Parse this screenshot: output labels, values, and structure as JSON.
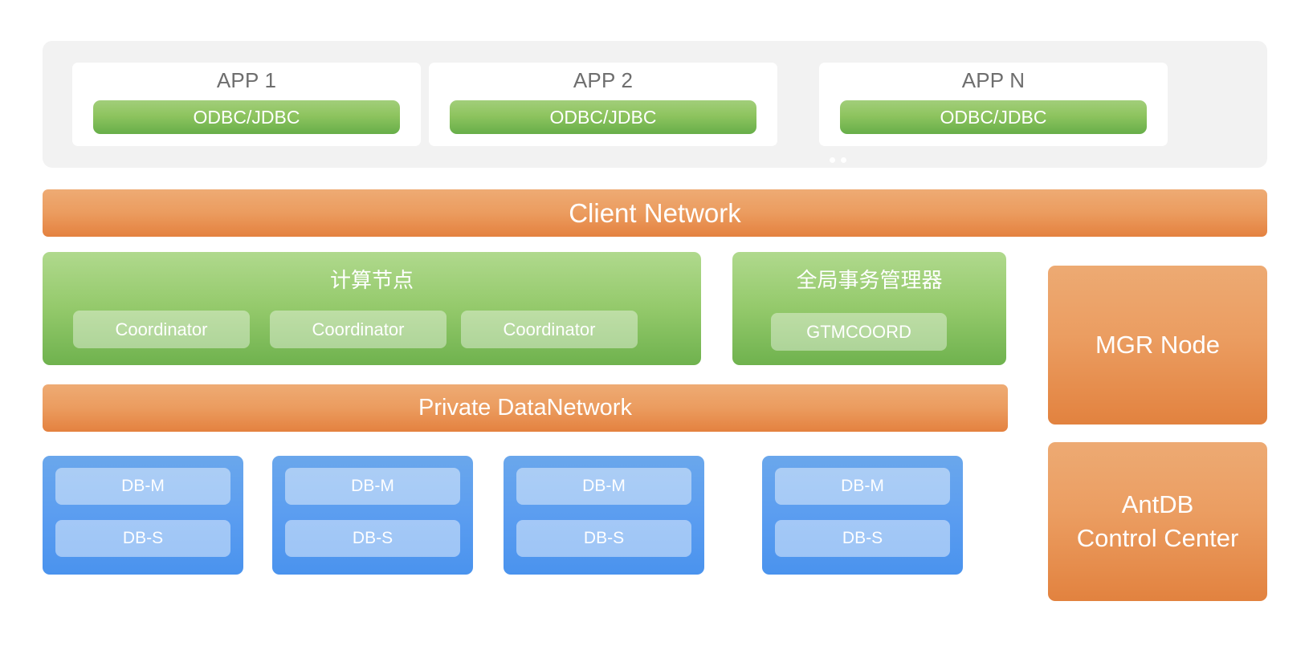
{
  "app_band": {
    "apps": [
      {
        "title": "APP 1",
        "connector": "ODBC/JDBC"
      },
      {
        "title": "APP 2",
        "connector": "ODBC/JDBC"
      },
      {
        "title": "APP N",
        "connector": "ODBC/JDBC"
      }
    ]
  },
  "client_network": {
    "label": "Client Network"
  },
  "compute_node": {
    "title": "计算节点",
    "coordinators": [
      "Coordinator",
      "Coordinator",
      "Coordinator"
    ]
  },
  "gtm_node": {
    "title": "全局事务管理器",
    "components": [
      "GTMCOORD"
    ]
  },
  "private_network": {
    "label": "Private DataNetwork"
  },
  "right_panels": {
    "mgr": {
      "label": "MGR Node"
    },
    "control_center": {
      "label": "AntDB\nControl Center"
    }
  },
  "db_groups": [
    {
      "master": "DB-M",
      "slave": "DB-S"
    },
    {
      "master": "DB-M",
      "slave": "DB-S"
    },
    {
      "master": "DB-M",
      "slave": "DB-S"
    },
    {
      "master": "DB-M",
      "slave": "DB-S"
    }
  ],
  "colors": {
    "band_background": "#f2f2f2",
    "green_top": "#b0d98d",
    "green_bottom": "#6fb24e",
    "orange_top": "#eeab74",
    "orange_bottom": "#e4813f",
    "blue_top": "#6aa7ec",
    "blue_bottom": "#4a93ee",
    "app_title_text": "#6e6e6e",
    "label_text": "#ffffff"
  }
}
